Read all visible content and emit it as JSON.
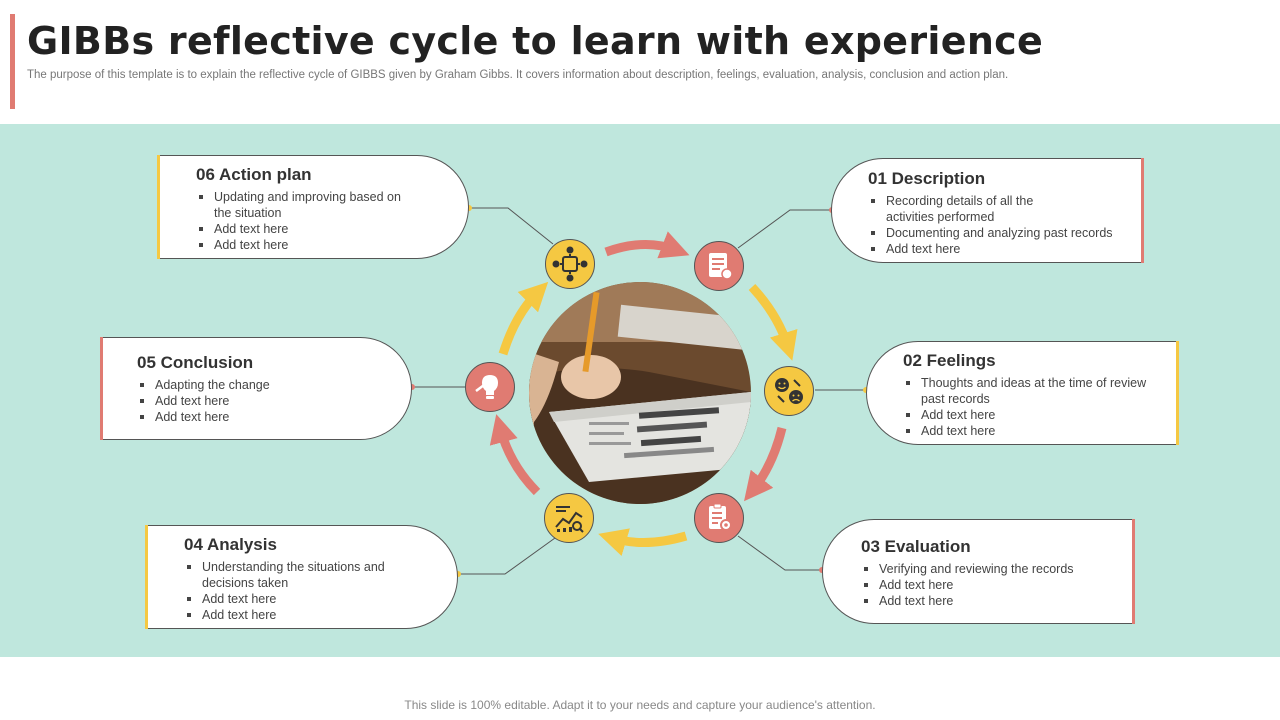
{
  "header": {
    "title": "GIBBs reflective cycle to learn with experience",
    "subtitle": "The purpose of this template is to explain the reflective cycle of GIBBS given by Graham Gibbs. It covers information about description, feelings, evaluation, analysis, conclusion and action plan."
  },
  "footer": {
    "text": "This slide is 100% editable. Adapt it to your needs and capture your audience's attention."
  },
  "colors": {
    "coral": "#e07b72",
    "yellow": "#f5c842",
    "mint": "#bfe7dd"
  },
  "stages": [
    {
      "title": "01 Description",
      "color": "#e07b72",
      "icon": "document-icon",
      "items": [
        "Recording details of all the activities performed",
        "Documenting and analyzing past records",
        "Add text here"
      ]
    },
    {
      "title": "02 Feelings",
      "color": "#f5c842",
      "icon": "emotions-icon",
      "items": [
        "Thoughts and ideas at the time of review past records",
        "Add text here",
        "Add text here"
      ]
    },
    {
      "title": "03 Evaluation",
      "color": "#e07b72",
      "icon": "checklist-gear-icon",
      "items": [
        "Verifying and reviewing  the records",
        "Add text here",
        "Add text here"
      ]
    },
    {
      "title": "04 Analysis",
      "color": "#f5c842",
      "icon": "analytics-chart-icon",
      "items": [
        "Understanding  the situations and decisions taken",
        "Add text here",
        "Add text here"
      ]
    },
    {
      "title": "05 Conclusion",
      "color": "#e07b72",
      "icon": "lightbulb-hand-icon",
      "items": [
        "Adapting the change",
        "Add text here",
        "Add text here"
      ]
    },
    {
      "title": "06 Action plan",
      "color": "#f5c842",
      "icon": "action-network-icon",
      "items": [
        "Updating and improving  based on the situation",
        "Add text here",
        "Add text here"
      ]
    }
  ]
}
